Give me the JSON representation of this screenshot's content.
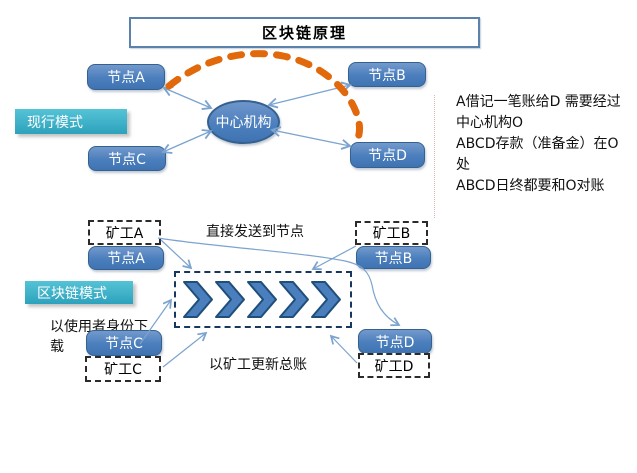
{
  "title": "区块链原理",
  "colors": {
    "node_blue": "#4a7ebc",
    "node_border": "#35618f",
    "teal": "#2da2bc",
    "orange": "#e2690b",
    "dashed_navy": "#17375e",
    "connector_blue": "#7ba3cf"
  },
  "top_diagram": {
    "mode_label": "现行模式",
    "center_label": "中心机构",
    "node_a": "节点A",
    "node_b": "节点B",
    "node_c": "节点C",
    "node_d": "节点D"
  },
  "notes": {
    "line1": "A借记一笔账给D 需要经过中心机构O",
    "line2": "ABCD存款（准备金）在O处",
    "line3": "ABCD日终都要和O对账"
  },
  "bottom_diagram": {
    "mode_label": "区块链模式",
    "miner_a": "矿工A",
    "miner_b": "矿工B",
    "miner_c": "矿工C",
    "miner_d": "矿工D",
    "node_a": "节点A",
    "node_b": "节点B",
    "node_c": "节点C",
    "node_d": "节点D",
    "annotation_send": "直接发送到节点",
    "annotation_download": "以使用者身份下载",
    "annotation_update": "以矿工更新总账"
  }
}
